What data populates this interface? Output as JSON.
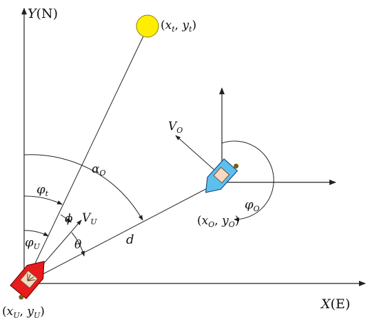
{
  "axes": {
    "y_label_var": "Y",
    "y_label_dir": "(N)",
    "x_label_var": "X",
    "x_label_dir": "(E)"
  },
  "points": {
    "target": {
      "open": "(",
      "x": "x",
      "x_sub": "t",
      "sep": ", ",
      "y": "y",
      "y_sub": "t",
      "close": ")"
    },
    "obstacle": {
      "open": "(",
      "x": "x",
      "x_sub": "O",
      "sep": ", ",
      "y": "y",
      "y_sub": "O",
      "close": ")"
    },
    "usv": {
      "open": "(",
      "x": "x",
      "x_sub": "U",
      "sep": ", ",
      "y": "y",
      "y_sub": "U",
      "close": ")"
    }
  },
  "symbols": {
    "alpha": "α",
    "alpha_sub": "O",
    "phi_t": "φ",
    "phi_t_sub": "t",
    "phi_u": "φ",
    "phi_u_sub": "U",
    "phi_small": "ϕ",
    "v_u": "V",
    "v_u_sub": "U",
    "theta": "θ",
    "d": "d",
    "v_o": "V",
    "v_o_sub": "O",
    "phi_o": "φ",
    "phi_o_sub": "O"
  },
  "colors": {
    "line": "#222222",
    "target_fill": "#ffee00",
    "target_stroke": "#8a8000",
    "usv_hull": "#e81c1c",
    "usv_hull_stroke": "#7a0000",
    "obstacle_hull": "#5cc0ee",
    "obstacle_hull_stroke": "#1a4f80",
    "cabin": "#f6d9c2",
    "cabin_stroke": "#7a4b2a",
    "prop": "#7a5a1a"
  }
}
